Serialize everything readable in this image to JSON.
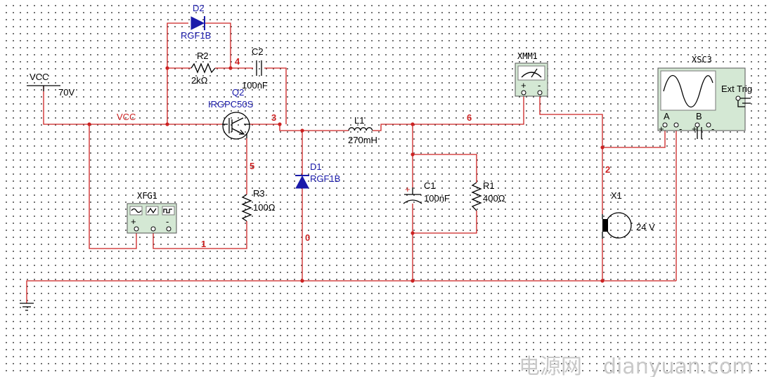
{
  "source": {
    "name": "VCC",
    "value": "70V"
  },
  "net_label_vcc": "VCC",
  "nodes": {
    "n0": "0",
    "n1": "1",
    "n2": "2",
    "n3": "3",
    "n4": "4",
    "n5": "5",
    "n6": "6"
  },
  "components": {
    "D2": {
      "ref": "D2",
      "model": "RGF1B"
    },
    "R2": {
      "ref": "R2",
      "value": "2kΩ"
    },
    "C2": {
      "ref": "C2",
      "value": "100nF"
    },
    "Q2": {
      "ref": "Q2",
      "model": "IRGPC50S"
    },
    "L1": {
      "ref": "L1",
      "value": "270mH"
    },
    "D1": {
      "ref": "D1",
      "model": "RGF1B"
    },
    "R3": {
      "ref": "R3",
      "value": "100Ω"
    },
    "C1": {
      "ref": "C1",
      "value": "100nF"
    },
    "R1": {
      "ref": "R1",
      "value": "400Ω"
    },
    "X1": {
      "ref": "X1",
      "value": "24 V"
    }
  },
  "instruments": {
    "XFG1": {
      "ref": "XFG1",
      "plus": "+",
      "minus": "-"
    },
    "XMM1": {
      "ref": "XMM1",
      "plus": "+",
      "minus": "-"
    },
    "XSC3": {
      "ref": "XSC3",
      "ext_trig": "Ext Trig",
      "ch_a": "A",
      "ch_b": "B",
      "plus": "+",
      "minus": "-"
    }
  },
  "watermark": {
    "cn": "电源网",
    "url": "dianyuan.com"
  },
  "colors": {
    "wire": "#cc2222",
    "part_label": "#1a1aaa",
    "instrument_face": "#d4e8d4"
  }
}
